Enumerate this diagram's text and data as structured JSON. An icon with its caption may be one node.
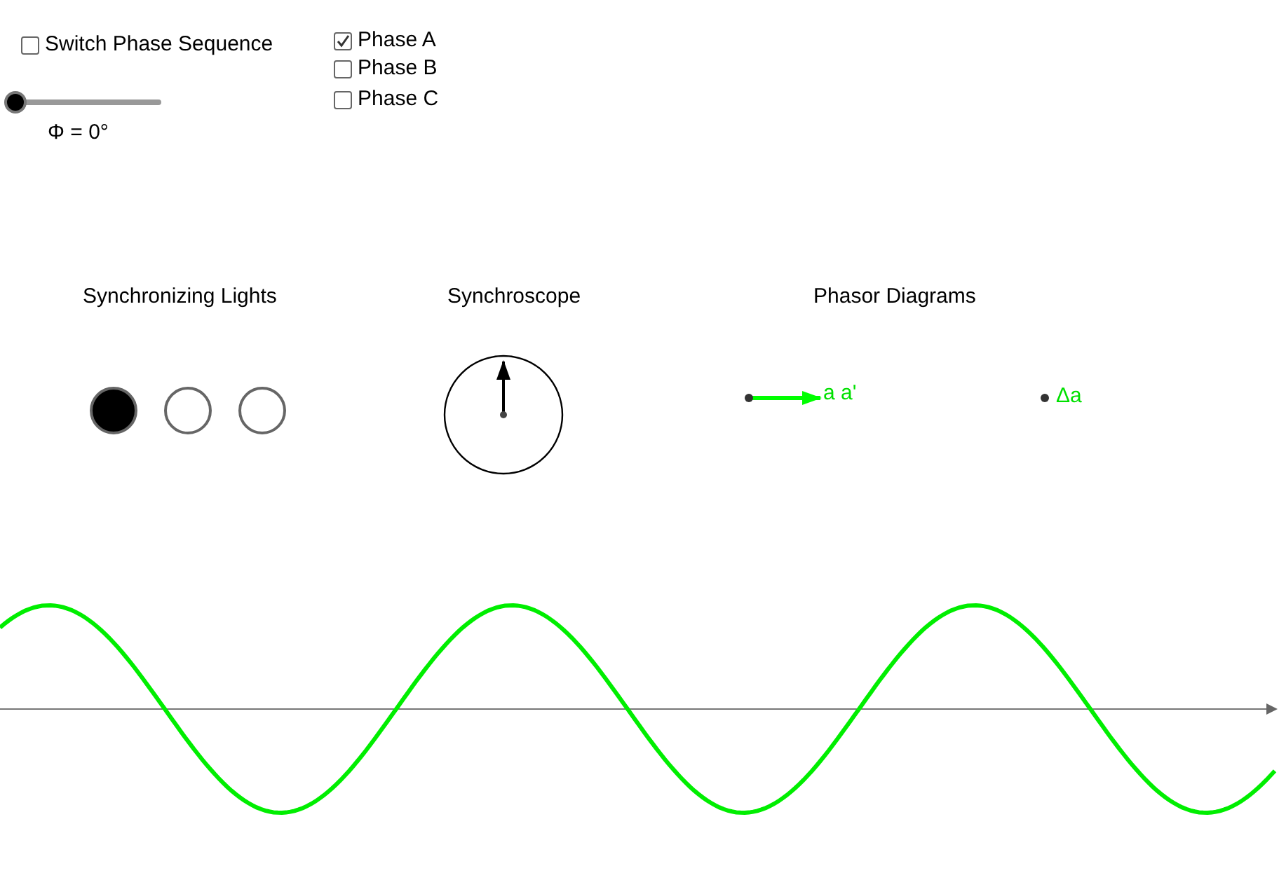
{
  "diagram": {
    "labels": [
      "Switch Phase Sequence",
      "Phase A",
      "Phase B",
      "Phase C",
      "Φ = 0°",
      "Synchronizing Lights",
      "Synchroscope",
      "Phasor Diagrams",
      "a a'",
      "Δa"
    ]
  }
}
